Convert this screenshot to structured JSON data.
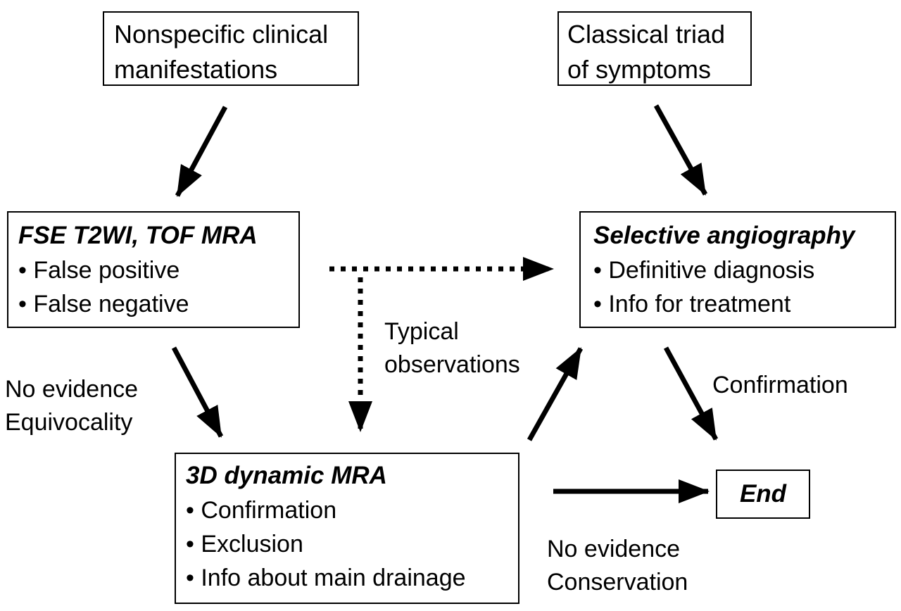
{
  "nodes": {
    "nonspecific": {
      "lines": [
        "Nonspecific clinical",
        "manifestations"
      ]
    },
    "classical": {
      "lines": [
        "Classical triad",
        "of symptoms"
      ]
    },
    "fse": {
      "title": "FSE T2WI, TOF MRA",
      "bullets": [
        "False positive",
        "False negative"
      ]
    },
    "angio": {
      "title": "Selective angiography",
      "bullets": [
        "Definitive diagnosis",
        "Info for treatment"
      ]
    },
    "dyn": {
      "title": "3D dynamic MRA",
      "bullets": [
        "Confirmation",
        "Exclusion",
        "Info about main drainage"
      ]
    },
    "end": {
      "title": "End"
    }
  },
  "edge_labels": {
    "typical": [
      "Typical",
      "observations"
    ],
    "no_evidence_left": [
      "No evidence",
      "Equivocality"
    ],
    "confirmation": "Confirmation",
    "no_evidence_right": [
      "No evidence",
      "Conservation"
    ]
  }
}
